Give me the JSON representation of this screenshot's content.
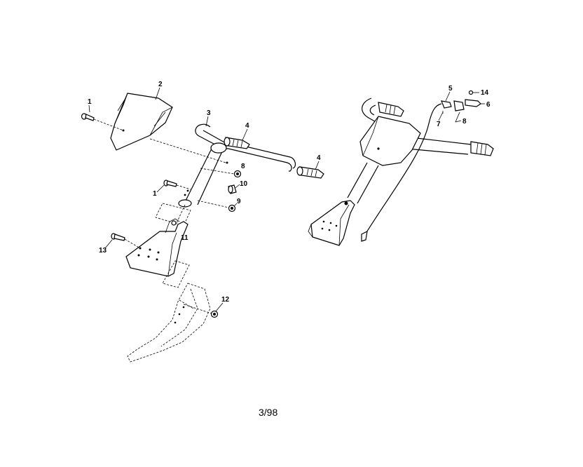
{
  "diagram": {
    "callouts": {
      "c1a": "1",
      "c2": "2",
      "c3": "3",
      "c4a": "4",
      "c4b": "4",
      "c8a": "8",
      "c10": "10",
      "c1b": "1",
      "c9": "9",
      "c11": "11",
      "c13": "13",
      "c12": "12",
      "c5": "5",
      "c14": "14",
      "c6": "6",
      "c7": "7",
      "c8b": "8"
    },
    "footer": "3/98"
  }
}
